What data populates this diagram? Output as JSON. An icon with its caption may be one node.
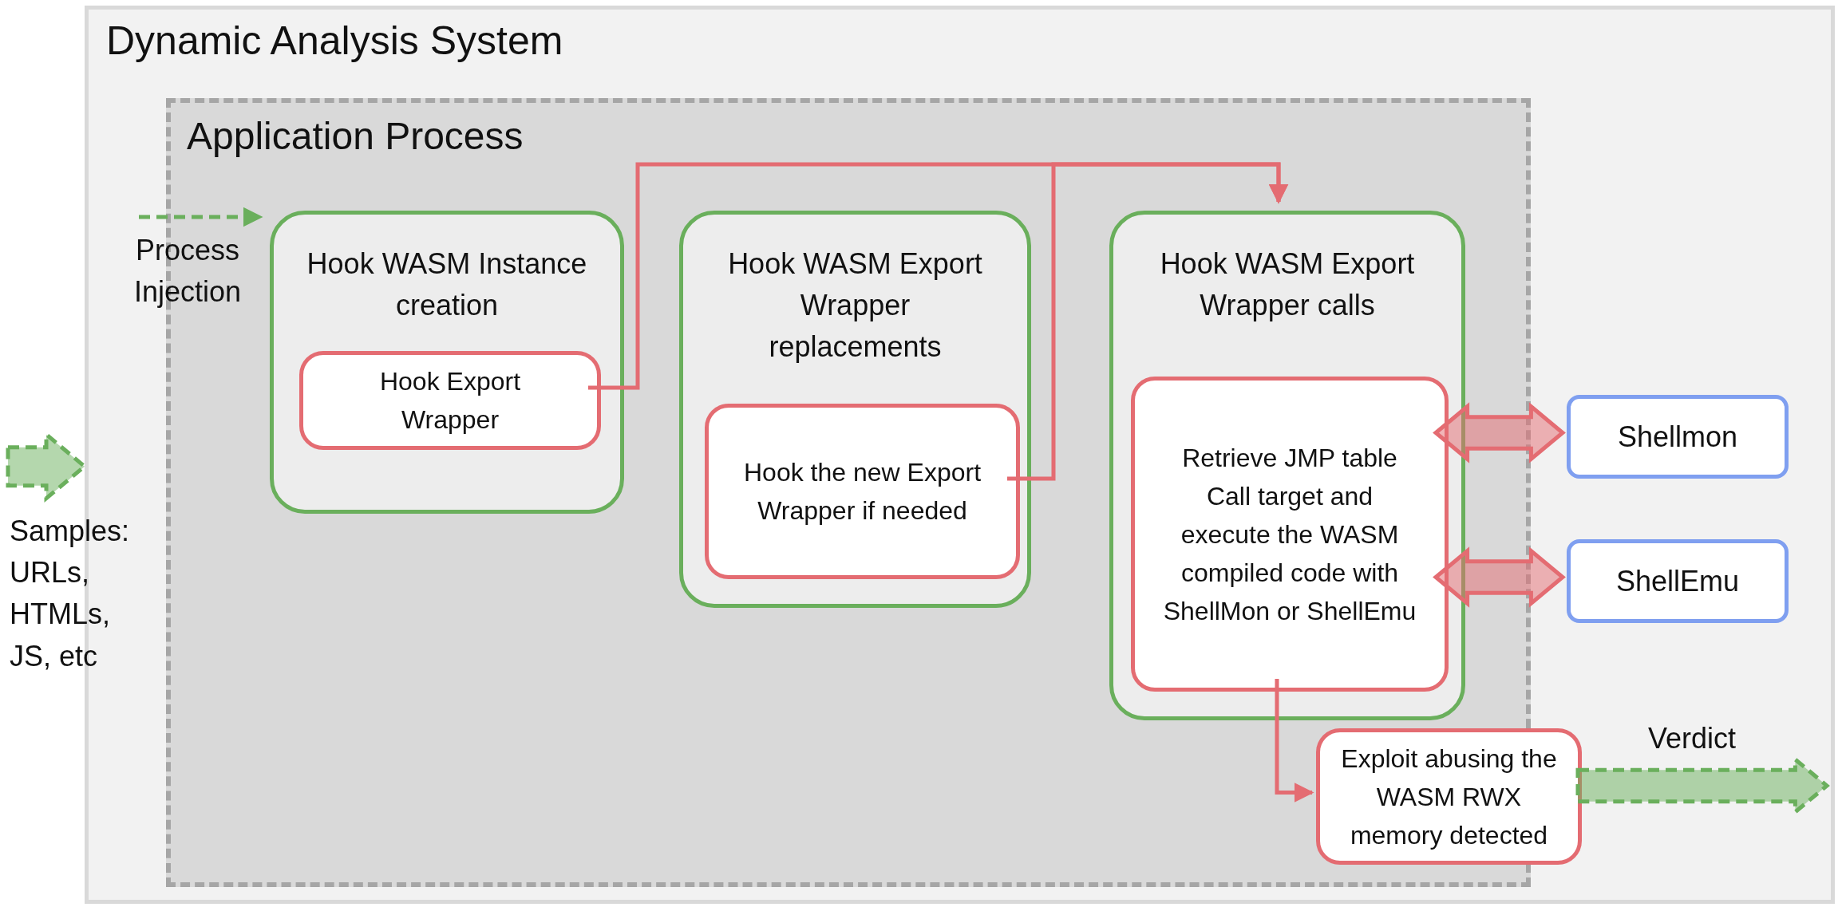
{
  "diagram": {
    "nodes": [
      {
        "text": [
          "Dynamic Analysis System"
        ]
      },
      {
        "text": [
          "Application Process"
        ],
        "in": 0
      },
      {
        "text": [
          "Hook WASM Instance creation"
        ],
        "in": 1
      },
      {
        "text": [
          "Hook Export Wrapper"
        ],
        "in": 2
      },
      {
        "text": [
          "Hook WASM Export Wrapper replacements"
        ],
        "in": 1
      },
      {
        "text": [
          "Hook the new Export Wrapper if needed"
        ],
        "in": 4
      },
      {
        "text": [
          "Hook WASM Export Wrapper calls"
        ],
        "in": 1
      },
      {
        "text": [
          "Retrieve JMP table Call target and execute the WASM compiled code with ShellMon or ShellEmu"
        ],
        "in": 6
      },
      {
        "text": [
          "Shellmon"
        ],
        "in": 0
      },
      {
        "text": [
          "ShellEmu"
        ],
        "in": 0
      },
      {
        "text": [
          "Exploit abusing the WASM RWX memory detected"
        ],
        "in": 0
      }
    ],
    "edges": [
      {
        "from": null,
        "to": 2,
        "arrow": "to",
        "label": "Process Injection",
        "style": "dashed",
        "color": "#6aaf5c"
      },
      {
        "from": null,
        "to": 0,
        "arrow": "to",
        "label": "Samples: URLs, HTMLs, JS, etc",
        "style": "thick",
        "color": "#6aaf5c"
      },
      {
        "from": 3,
        "to": 6,
        "arrow": "to"
      },
      {
        "from": 5,
        "to": 6,
        "arrow": "to"
      },
      {
        "from": 7,
        "to": 10,
        "arrow": "to"
      },
      {
        "from": 7,
        "to": 8,
        "arrow": "both",
        "style": "thick"
      },
      {
        "from": 7,
        "to": 9,
        "arrow": "both",
        "style": "thick"
      },
      {
        "from": 10,
        "to": null,
        "arrow": "to",
        "label": "Verdict",
        "style": "thick",
        "color": "#6aaf5c"
      }
    ]
  }
}
